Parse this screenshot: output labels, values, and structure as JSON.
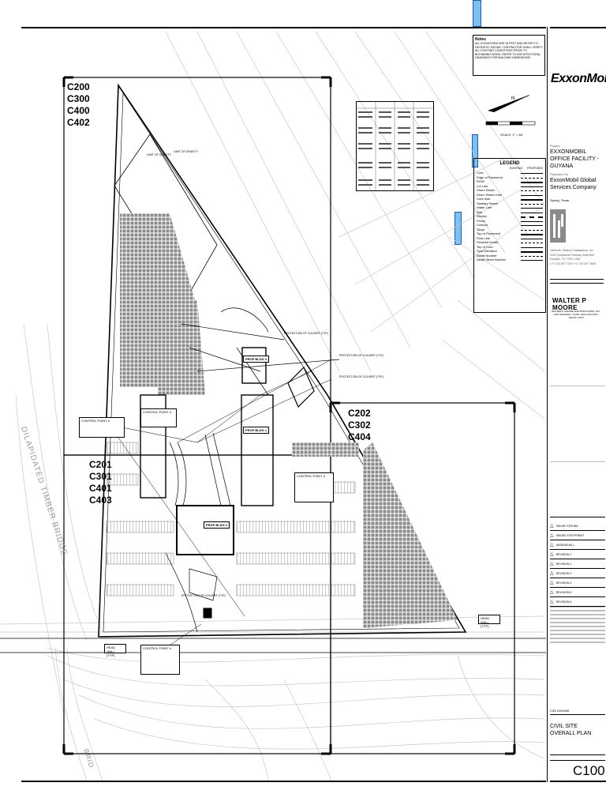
{
  "sheet": {
    "company_logo": "ExxonMobil",
    "project_label": "Project",
    "project_name": "EXXONMOBIL OFFICE FACILITY - GUYANA",
    "prepared_for_label": "Prepared For",
    "client_name": "ExxonMobil Global Services Company",
    "client_location": "Spring, Texas",
    "architect_firm": "Hellmuth, Obata & Kassabaum, Inc.",
    "architect_address": "3200 Southwest Freeway, Suite 800 Houston, TX 77027 USA",
    "architect_phone": "t +1 713 407 7700   f +1 713 407 7800",
    "engineer_firm": "WALTER P MOORE",
    "engineer_address": "WALTER P. MOORE AND ASSOCIATES, INC. 1301 McKINNEY, SUITE 1100 HOUSTON, TEXAS 77010",
    "sheet_title_line1": "CIVIL SITE",
    "sheet_title_line2": "OVERALL PLAN",
    "sheet_number": "C100",
    "scale_text": "SCALE: 1\" = 60'",
    "project_number": "C33-1003406"
  },
  "plan": {
    "key_areas": [
      {
        "id": "area-north",
        "sheets": [
          "C200",
          "C300",
          "C400",
          "C402"
        ]
      },
      {
        "id": "area-southwest",
        "sheets": [
          "C201",
          "C301",
          "C401",
          "C403"
        ]
      },
      {
        "id": "area-east",
        "sheets": [
          "C202",
          "C302",
          "C404"
        ]
      }
    ],
    "bridge_label": "DILAPIDATED TIMBER BRIDGE",
    "bridge_label_2": "BRID",
    "building_tags": [
      "PROP BLDG 1",
      "PROP BLDG 2",
      "PROP BLDG 3"
    ],
    "callouts": [
      "CONTROL POINT #",
      "LIMIT OF GRAVITY",
      "PROTECTION OF CULVERT (TYP.)",
      "HEAD WALL (TYP)"
    ]
  },
  "notes": {
    "title": "Notes",
    "text": "ALL ELEVATIONS ARE IN FEET AND REFER TO GEODETIC DATUM. CONTRACTOR SHALL VERIFY ALL EXISTING CONDITIONS PRIOR TO BEGINNING WORK. REFER TO ARCHITECTURAL DRAWINGS FOR BUILDING DIMENSIONS."
  },
  "legend": {
    "title": "LEGEND",
    "col_existing": "EXISTING",
    "col_proposed": "PROPOSED",
    "items": [
      "Curb",
      "Edge of Pavement",
      "ROW",
      "Lot Line",
      "Storm Sewer",
      "Storm Sewer Inlet",
      "Curb Inlet",
      "Sanitary Sewer",
      "Water Line",
      "Gas",
      "Electric",
      "Fence",
      "Contour",
      "Slope",
      "Top of Pavement",
      "Flow Line",
      "Finished Grade",
      "Top of Curb",
      "Spot Elevation",
      "Detail Number",
      "Detail Sheet Number"
    ]
  },
  "revisions": {
    "rows": [
      "ISSUED FOR BID",
      "ISSUED FOR PERMIT",
      "ADDENDUM 1",
      "REVISION 1",
      "REVISION 2",
      "REVISION 3",
      "REVISION 4",
      "REVISION 5",
      "REVISION 6"
    ]
  },
  "colors": {
    "flag": "#7ec0ee",
    "flag_border": "#1e5aa8",
    "line": "#000000",
    "ghost": "#c8c8c8"
  }
}
